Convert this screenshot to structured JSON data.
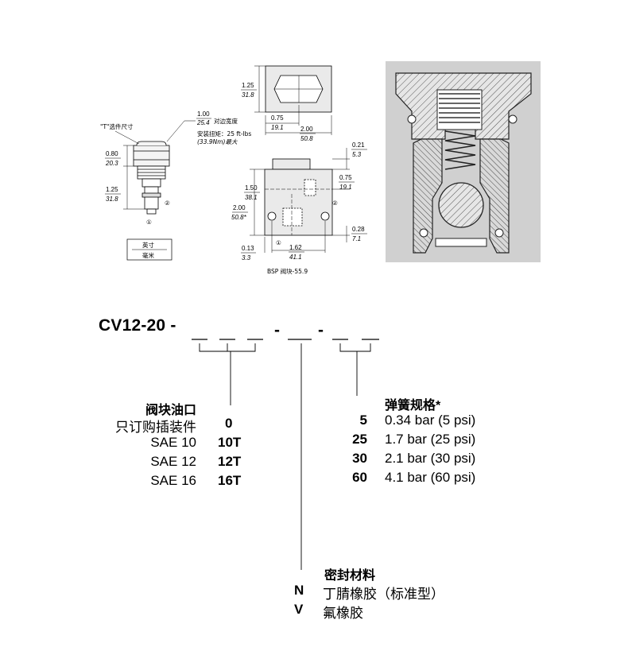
{
  "drawing_labels": {
    "t_size": "\"T\"选件尺寸",
    "hex_width_in": "1.00",
    "hex_width_mm": "25.4",
    "hex_width_label": "对边宽度",
    "torque_label": "安装扭矩：25 ft-lbs",
    "torque_max": "(33.9Nm)最大",
    "len_080_in": "0.80",
    "len_080_mm": "20.3",
    "len_125_in": "1.25",
    "len_125_mm": "31.8",
    "port1": "①",
    "port2": "②",
    "legend_inch": "英寸",
    "legend_mm": "毫米",
    "top_h_in": "1.25",
    "top_h_mm": "31.8",
    "top_075_in": "0.75",
    "top_075_mm": "19.1",
    "top_200_in": "2.00",
    "top_200_mm": "50.8",
    "blk_021_in": "0.21",
    "blk_021_mm": "5.3",
    "blk_075_in": "0.75",
    "blk_075_mm": "19.1",
    "blk_150_in": "1.50",
    "blk_150_mm": "38.1",
    "blk_200_in": "2.00",
    "blk_200_mm": "50.8*",
    "blk_028_in": "0.28",
    "blk_028_mm": "7.1",
    "blk_013_in": "0.13",
    "blk_013_mm": "3.3",
    "blk_162_in": "1.62",
    "blk_162_mm": "41.1",
    "bsp_caption": "BSP 阀块-55.9"
  },
  "model_code": "CV12-20 -",
  "port_options": {
    "header": "阀块油口",
    "rows": [
      {
        "label": "只订购插装件",
        "code": "0"
      },
      {
        "label": "SAE 10",
        "code": "10T"
      },
      {
        "label": "SAE 12",
        "code": "12T"
      },
      {
        "label": "SAE 16",
        "code": "16T"
      }
    ]
  },
  "spring_options": {
    "header": "弹簧规格*",
    "rows": [
      {
        "code": "5",
        "label": "0.34 bar (5 psi)"
      },
      {
        "code": "25",
        "label": "1.7 bar (25 psi)"
      },
      {
        "code": "30",
        "label": "2.1 bar (30 psi)"
      },
      {
        "code": "60",
        "label": "4.1 bar (60 psi)"
      }
    ]
  },
  "seal_options": {
    "header": "密封材料",
    "rows": [
      {
        "code": "N",
        "label": "丁腈橡胶（标准型）"
      },
      {
        "code": "V",
        "label": "氟橡胶"
      }
    ]
  }
}
